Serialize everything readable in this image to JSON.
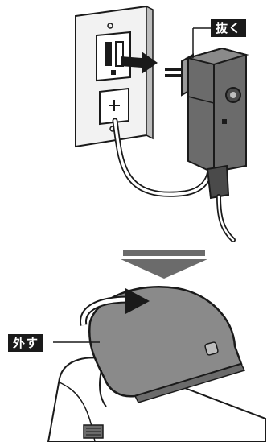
{
  "labels": {
    "unplug": "抜く",
    "remove": "外す"
  },
  "colors": {
    "device_body": "#6b6b6b",
    "device_dark": "#4a4a4a",
    "cover": "#8a8a8a",
    "outline": "#1a1a1a",
    "label_bg": "#1a1a1a",
    "label_text": "#ffffff"
  },
  "icons": [
    "wall-outlet",
    "ac-adapter",
    "down-arrow",
    "curved-arrow",
    "device-cover"
  ]
}
